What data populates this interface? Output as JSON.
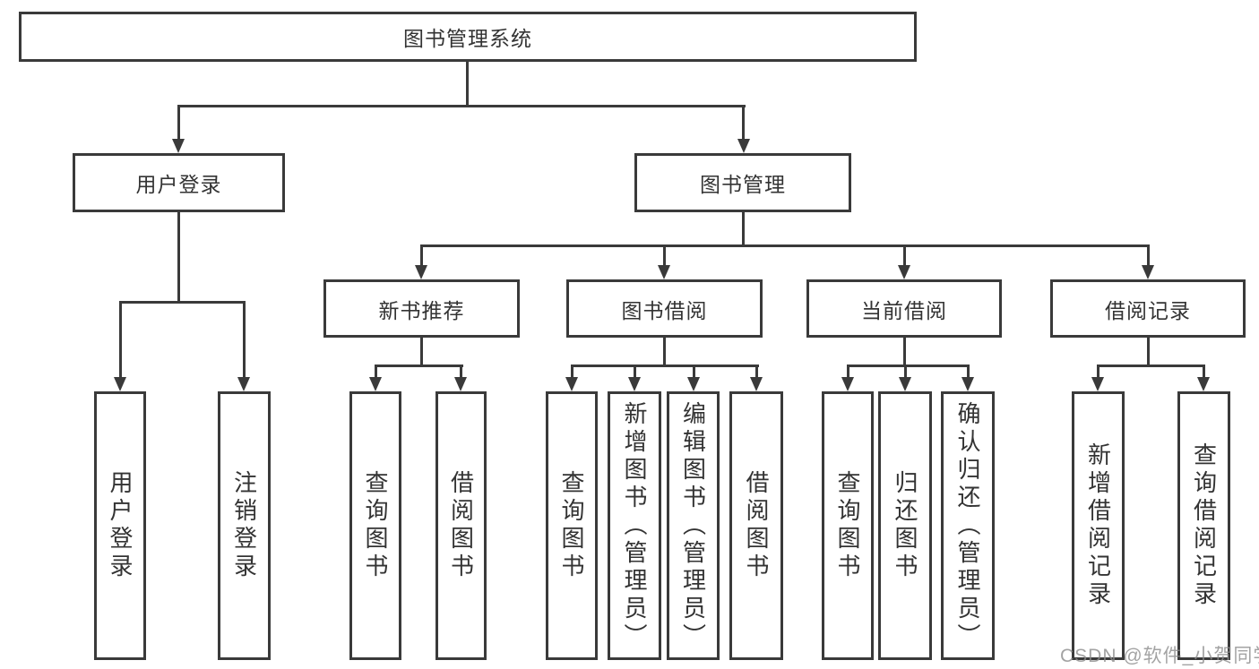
{
  "tree": {
    "label": "图书管理系统",
    "children": [
      {
        "label": "用户登录",
        "children": [
          {
            "label": "用户登录"
          },
          {
            "label": "注销登录"
          }
        ]
      },
      {
        "label": "图书管理",
        "children": [
          {
            "label": "新书推荐",
            "children": [
              {
                "label": "查询图书"
              },
              {
                "label": "借阅图书"
              }
            ]
          },
          {
            "label": "图书借阅",
            "children": [
              {
                "label": "查询图书"
              },
              {
                "label": "新增图书（管理员）"
              },
              {
                "label": "编辑图书（管理员）"
              },
              {
                "label": "借阅图书"
              }
            ]
          },
          {
            "label": "当前借阅",
            "children": [
              {
                "label": "查询图书"
              },
              {
                "label": "归还图书"
              },
              {
                "label": "确认归还（管理员）"
              }
            ]
          },
          {
            "label": "借阅记录",
            "children": [
              {
                "label": "新增借阅记录"
              },
              {
                "label": "查询借阅记录"
              }
            ]
          }
        ]
      }
    ]
  },
  "watermark": "CSDN @软件_小贺同学",
  "colors": {
    "line": "#3a3a3a",
    "text": "#333333",
    "watermark": "#8c8c8c",
    "background": "#ffffff"
  }
}
